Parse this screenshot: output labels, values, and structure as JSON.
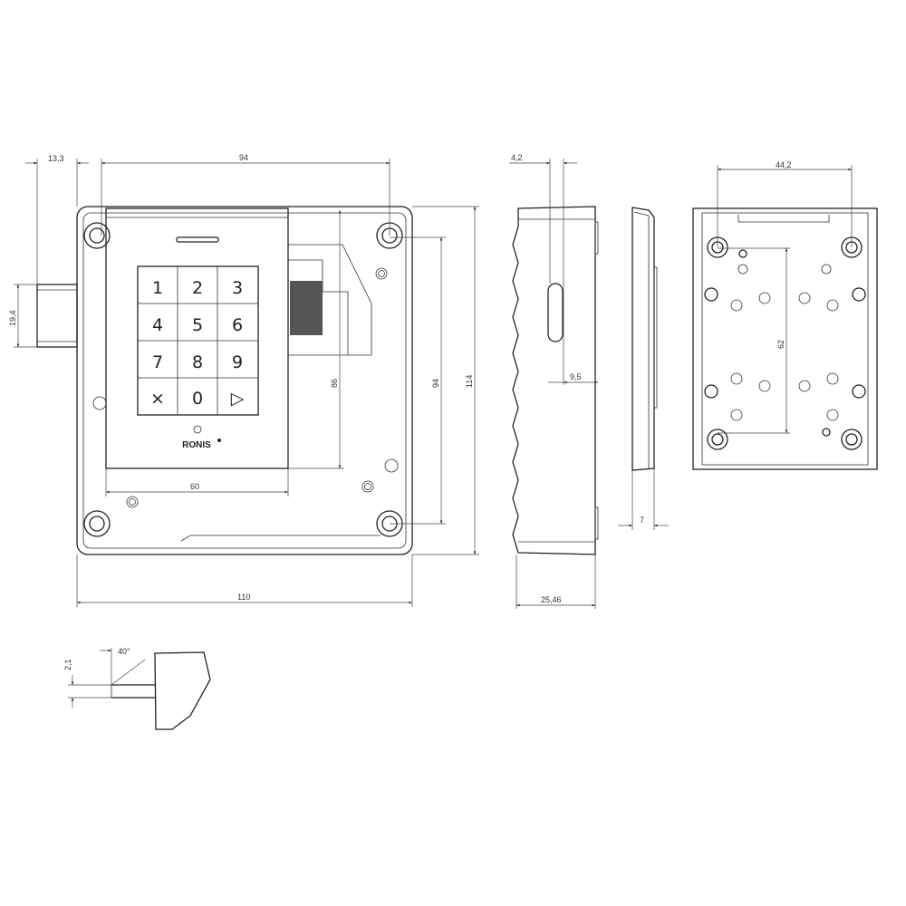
{
  "drawing": {
    "front_view": {
      "keypad_keys": [
        "1",
        "2",
        "3",
        "4",
        "5",
        "6",
        "7",
        "8",
        "9",
        "×",
        "0",
        "▷"
      ],
      "logo": "RONIS",
      "dimensions": {
        "bolt_offset": "13,3",
        "screw_spacing_width": "94",
        "bolt_height": "19,4",
        "keypad_height": "86",
        "screw_spacing_height": "94",
        "total_height": "114",
        "keypad_width": "60",
        "total_width": "110"
      }
    },
    "side_view": {
      "dimensions": {
        "slot_width": "4,2",
        "slot_offset": "9,5",
        "total_depth": "25,46"
      }
    },
    "thin_side_view": {
      "dimensions": {
        "thickness": "7"
      }
    },
    "back_view": {
      "dimensions": {
        "hole_spacing_width": "44,2",
        "hole_spacing_height": "62"
      }
    },
    "bolt_detail": {
      "dimensions": {
        "bevel_height": "2,1",
        "bevel_angle": "40°"
      }
    },
    "colors": {
      "line": "#222222",
      "background": "#ffffff"
    }
  }
}
